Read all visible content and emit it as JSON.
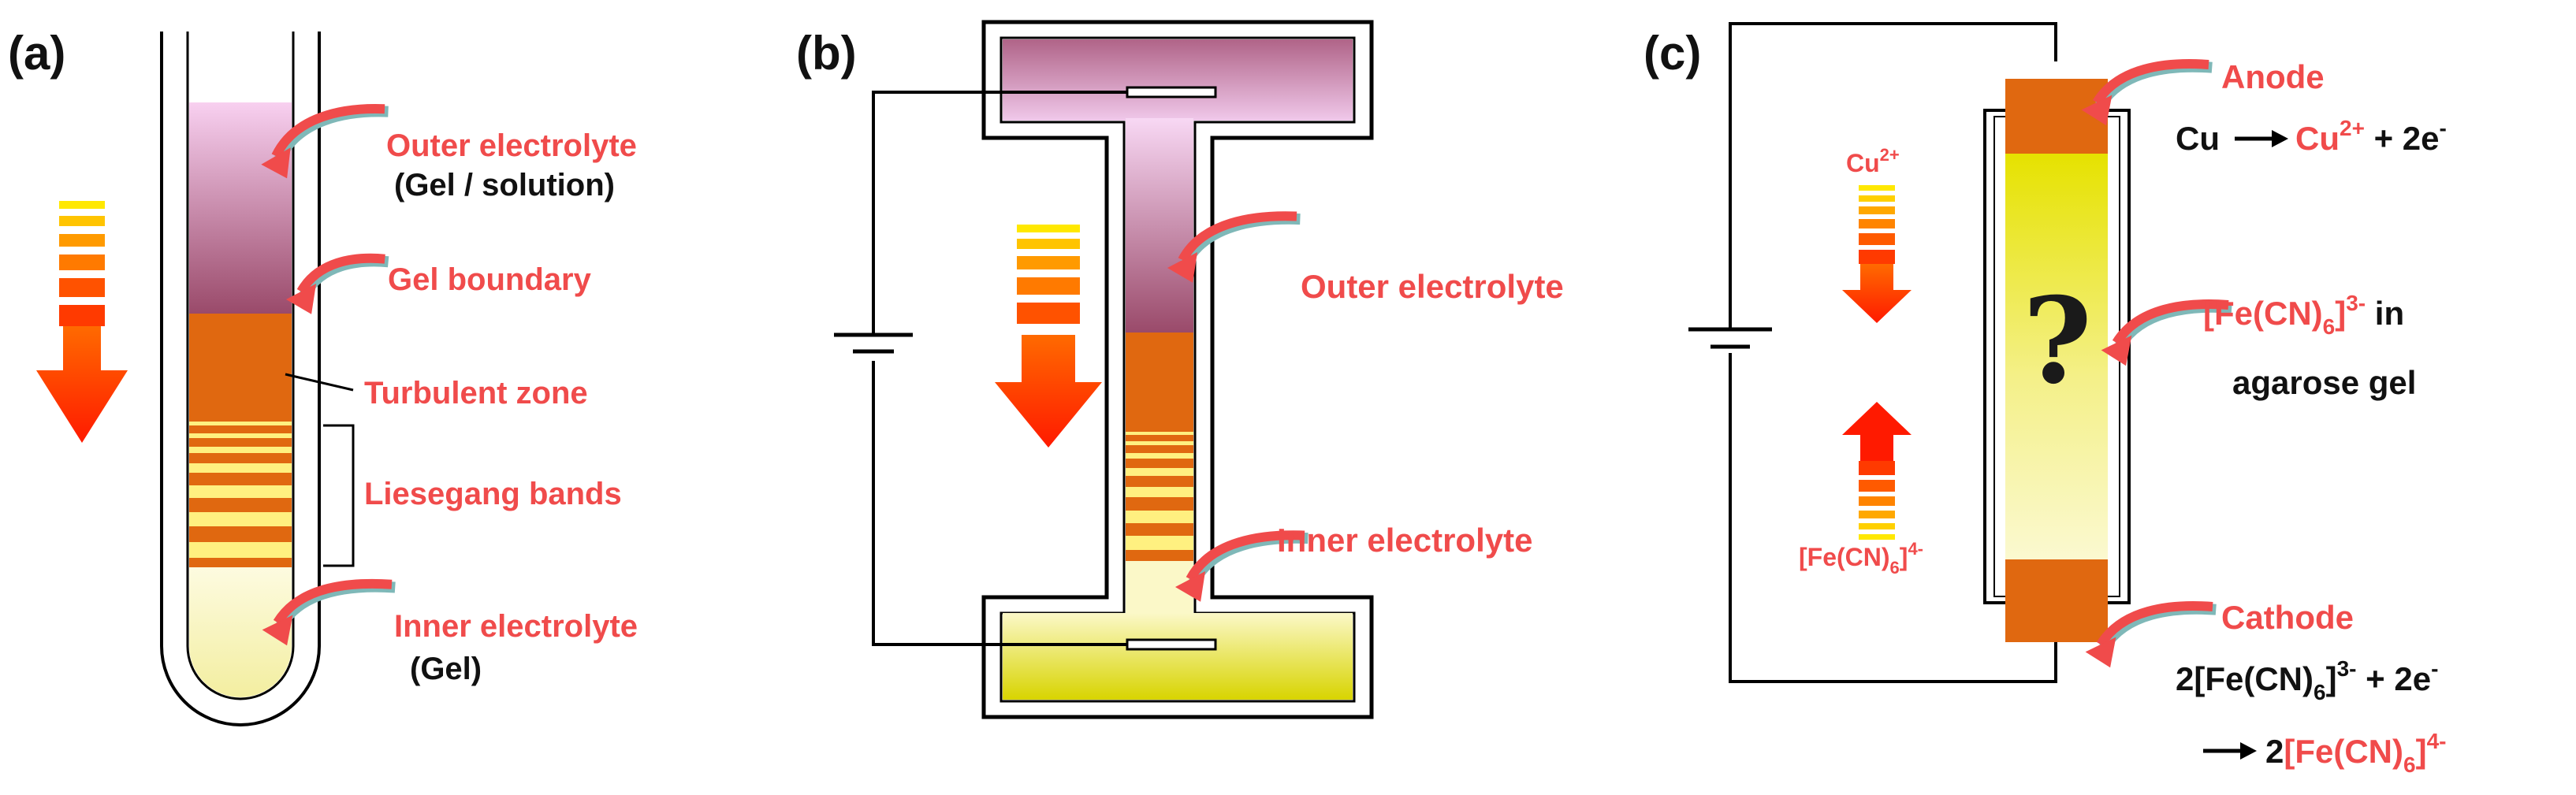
{
  "panels": {
    "a": {
      "tag": "(a)",
      "labels": {
        "outer": "Outer electrolyte",
        "outer_sub": "(Gel / solution)",
        "boundary": "Gel boundary",
        "turbulent": "Turbulent zone",
        "liesegang": "Liesegang bands",
        "inner": "Inner electrolyte",
        "inner_sub": "(Gel)"
      }
    },
    "b": {
      "tag": "(b)",
      "labels": {
        "outer": "Outer electrolyte",
        "inner": "Inner electrolyte"
      }
    },
    "c": {
      "tag": "(c)",
      "anode": "Anode",
      "anode_reaction": {
        "lhs": "Cu",
        "product": "Cu",
        "product_sup": "2+",
        "rest": " + 2e",
        "rest_sup": "-"
      },
      "question": "?",
      "gel_ion": {
        "main": "[Fe(CN)",
        "sub": "6",
        "close": "]",
        "sup": "3-",
        "tail": " in"
      },
      "gel_line2": "agarose gel",
      "cu_ion": {
        "main": "Cu",
        "sup": "2+"
      },
      "fe4_ion": {
        "main": "[Fe(CN)",
        "sub": "6",
        "close": "]",
        "sup": "4-"
      },
      "cathode": "Cathode",
      "cathode_reaction1": {
        "pre": "2[Fe(CN)",
        "sub": "6",
        "close": "]",
        "sup": "3-",
        "rest": " + 2e",
        "rest_sup": "-"
      },
      "cathode_reaction2": {
        "pre": "2",
        "ion": "[Fe(CN)",
        "sub": "6",
        "close": "]",
        "sup": "4-"
      }
    }
  },
  "colors": {
    "label_red": "#f04b4b",
    "arrow_red": "#ff2200",
    "electrode_orange": "#e06810",
    "band_yellow": "#fff080",
    "gel_yellow": "#e8e400",
    "inner_yellow": "#fbf7c8",
    "outer_pink": "#f8d0f0",
    "outer_maroon": "#9a4a6a",
    "shadow_teal": "#7fb8b8"
  }
}
